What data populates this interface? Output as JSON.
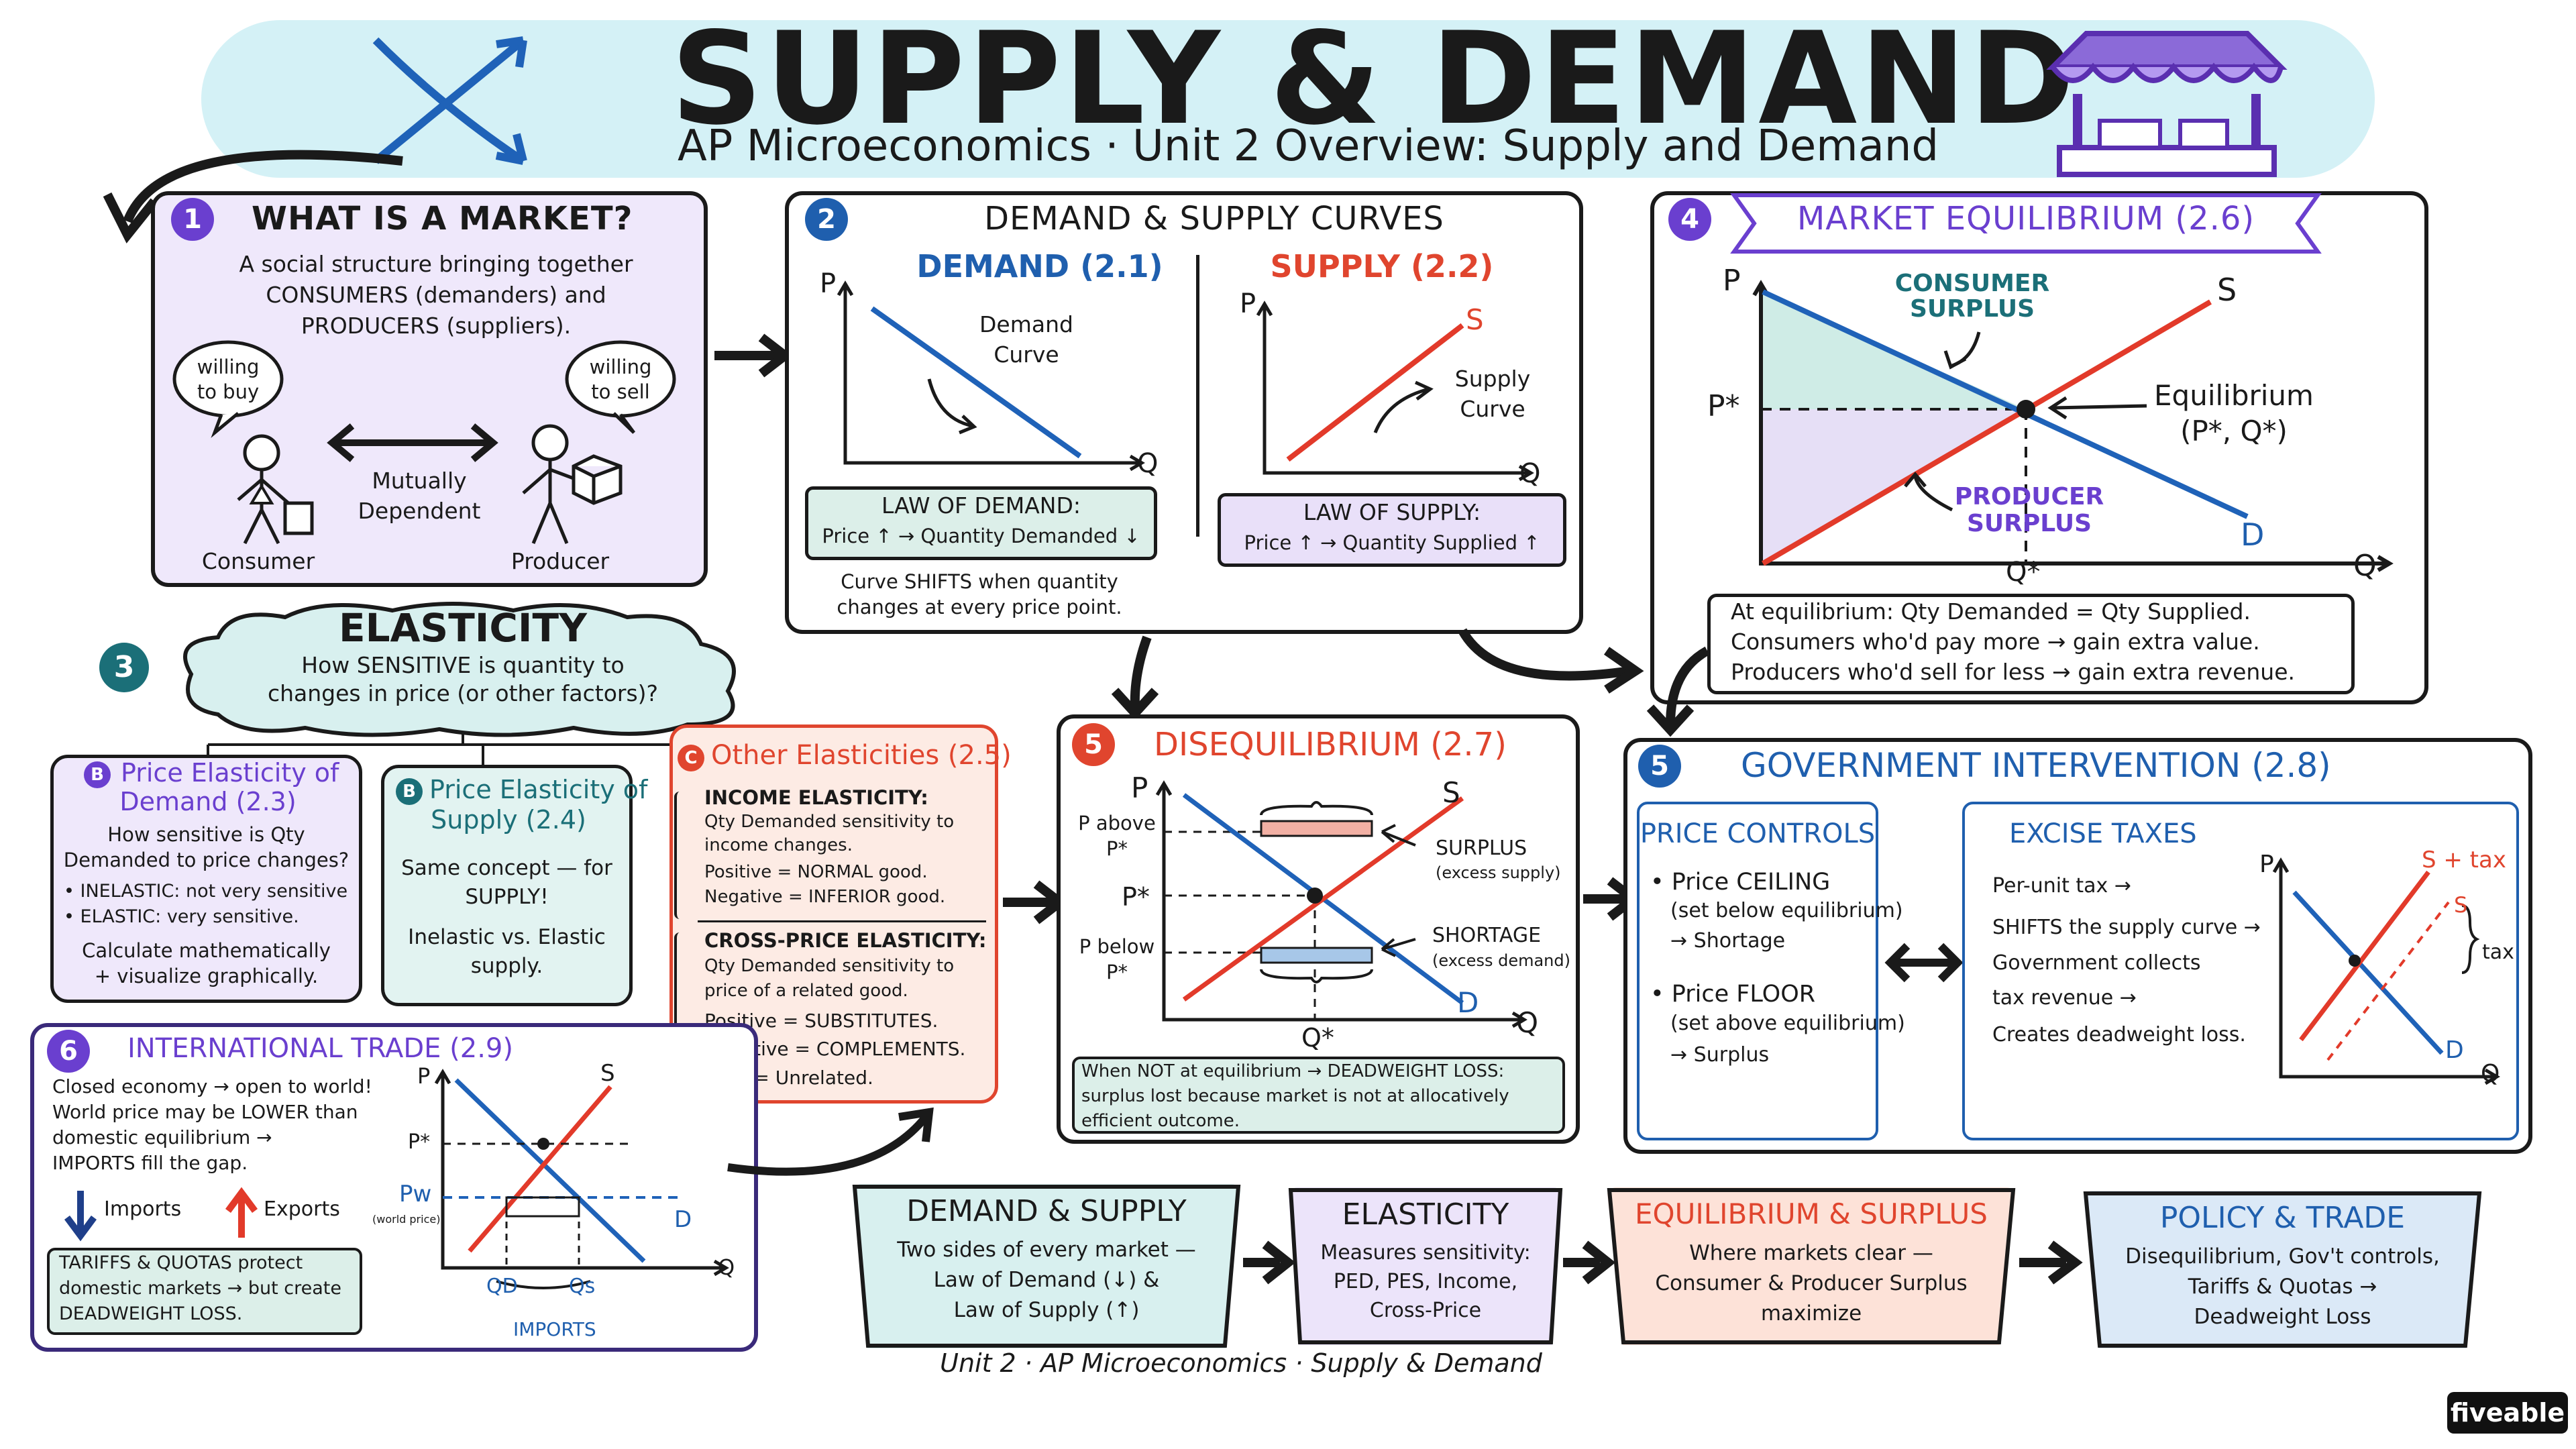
{
  "header": {
    "title": "SUPPLY & DEMAND",
    "subtitle": "AP Microeconomics · Unit 2 Overview: Supply and Demand"
  },
  "market": {
    "num": "1",
    "title": "WHAT IS A MARKET?",
    "desc_lines": [
      "A social structure bringing together",
      "CONSUMERS (demanders) and",
      "PRODUCERS (suppliers)."
    ],
    "bubble_left": [
      "willing",
      "to buy"
    ],
    "bubble_right": [
      "willing",
      "to sell"
    ],
    "middle": [
      "Mutually",
      "Dependent"
    ],
    "consumer": "Consumer",
    "producer": "Producer"
  },
  "curves": {
    "num": "2",
    "title": "DEMAND & SUPPLY CURVES",
    "demand_title": "DEMAND (2.1)",
    "supply_title": "SUPPLY (2.2)",
    "demand_curve_label": [
      "Demand",
      "Curve"
    ],
    "supply_curve_label": [
      "Supply",
      "Curve"
    ],
    "axis_p": "P",
    "axis_q": "Q",
    "supply_s": "S",
    "law_demand_title": "LAW OF DEMAND:",
    "law_demand_body": "Price ↑ → Quantity Demanded ↓",
    "law_supply_title": "LAW OF SUPPLY:",
    "law_supply_body": "Price ↑ → Quantity Supplied ↑",
    "shift_note": [
      "Curve SHIFTS when quantity",
      "changes at every price point."
    ]
  },
  "equilibrium": {
    "num": "4",
    "title": "MARKET EQUILIBRIUM (2.6)",
    "axis_p": "P",
    "axis_q": "Q",
    "pstar": "P*",
    "qstar": "Q*",
    "s": "S",
    "d": "D",
    "consumer_surplus": [
      "CONSUMER",
      "SURPLUS"
    ],
    "producer_surplus": [
      "PRODUCER",
      "SURPLUS"
    ],
    "eq_label": [
      "Equilibrium",
      "(P*, Q*)"
    ],
    "note_lines": [
      "At equilibrium: Qty Demanded = Qty Supplied.",
      "Consumers who'd pay more → gain extra value.",
      "Producers who'd sell for less → gain extra revenue."
    ]
  },
  "elasticity": {
    "num": "3",
    "title": "ELASTICITY",
    "question": [
      "How SENSITIVE is quantity to",
      "changes in price (or other factors)?"
    ],
    "ped": {
      "badge": "B",
      "title": [
        "Price Elasticity of",
        "Demand (2.3)"
      ],
      "q": [
        "How sensitive is Qty",
        "Demanded to price changes?"
      ],
      "b1": "• INELASTIC: not very sensitive",
      "b2": "• ELASTIC: very sensitive.",
      "calc": [
        "Calculate mathematically",
        "+ visualize graphically."
      ]
    },
    "pes": {
      "badge": "B",
      "title": [
        "Price Elasticity of",
        "Supply (2.4)"
      ],
      "same": [
        "Same concept — for",
        "SUPPLY!"
      ],
      "ie": [
        "Inelastic vs. Elastic",
        "supply."
      ]
    },
    "other": {
      "badge": "C",
      "title": "Other Elasticities (2.5)",
      "income_title": "INCOME ELASTICITY:",
      "income_lines": [
        "Qty Demanded sensitivity to",
        "income changes.",
        "Positive = NORMAL good.",
        "Negative = INFERIOR good."
      ],
      "cross_title": "CROSS-PRICE ELASTICITY:",
      "cross_lines": [
        "Qty Demanded sensitivity to",
        "price of a related good.",
        "Positive = SUBSTITUTES.",
        "Negative = COMPLEMENTS.",
        "Zero = Unrelated."
      ]
    }
  },
  "disequilibrium": {
    "num": "5",
    "title": "DISEQUILIBRIUM (2.7)",
    "axis_p": "P",
    "axis_q": "Q",
    "s": "S",
    "d": "D",
    "qstar": "Q*",
    "pstar": "P*",
    "p_above": [
      "P above",
      "P*"
    ],
    "p_below": [
      "P below",
      "P*"
    ],
    "surplus": "SURPLUS",
    "surplus_sub": "(excess supply)",
    "shortage": "SHORTAGE",
    "shortage_sub": "(excess demand)",
    "note_lines": [
      "When NOT at equilibrium → DEADWEIGHT LOSS:",
      "surplus lost because market is not at allocatively",
      "efficient outcome."
    ]
  },
  "government": {
    "num": "5",
    "title": "GOVERNMENT INTERVENTION (2.8)",
    "pc_title": "PRICE CONTROLS",
    "ceiling": [
      "• Price CEILING",
      "(set below equilibrium)",
      "→ Shortage"
    ],
    "floor": [
      "• Price FLOOR",
      "(set above equilibrium)",
      "→ Surplus"
    ],
    "excise_title": "EXCISE TAXES",
    "excise_lines": [
      "Per-unit tax →",
      "SHIFTS the supply curve →",
      "Government collects",
      "tax revenue →",
      "Creates deadweight loss."
    ],
    "axis_p": "P",
    "axis_q": "Q",
    "s": "S",
    "s_tax": "S + tax",
    "tax": "tax",
    "d": "D"
  },
  "trade": {
    "num": "6",
    "title": "INTERNATIONAL TRADE (2.9)",
    "lines": [
      "Closed economy → open to world!",
      "World price may be LOWER than",
      "domestic equilibrium →",
      "IMPORTS fill the gap."
    ],
    "imports": "Imports",
    "exports": "Exports",
    "tariff_lines": [
      "TARIFFS & QUOTAS protect",
      "domestic markets → but create",
      "DEADWEIGHT LOSS."
    ],
    "axis_p": "P",
    "axis_q": "Q",
    "s": "S",
    "d": "D",
    "pstar": "P*",
    "pw": "Pw",
    "pw_sub": "(world price)",
    "qd": "QD",
    "qs": "Qs",
    "imports_label": "IMPORTS"
  },
  "flow": [
    {
      "title": "DEMAND & SUPPLY",
      "lines": [
        "Two sides of every market —",
        "Law of Demand (↓) &",
        "Law of Supply (↑)"
      ]
    },
    {
      "title": "ELASTICITY",
      "lines": [
        "Measures sensitivity:",
        "PED, PES, Income,",
        "Cross-Price"
      ]
    },
    {
      "title": "EQUILIBRIUM & SURPLUS",
      "lines": [
        "Where markets clear —",
        "Consumer & Producer Surplus",
        "maximize"
      ]
    },
    {
      "title": "POLICY & TRADE",
      "lines": [
        "Disequilibrium, Gov't controls,",
        "Tariffs & Quotas →",
        "Deadweight Loss"
      ]
    }
  ],
  "footer": "Unit 2 · AP Microeconomics · Supply & Demand",
  "brand": "fiveable",
  "colors": {
    "purple": "#6a3fcf",
    "teal": "#1b6f78",
    "red": "#e0452e",
    "blue": "#1f5fae",
    "demand": "#1f62b8",
    "supply": "#e23a2a"
  }
}
